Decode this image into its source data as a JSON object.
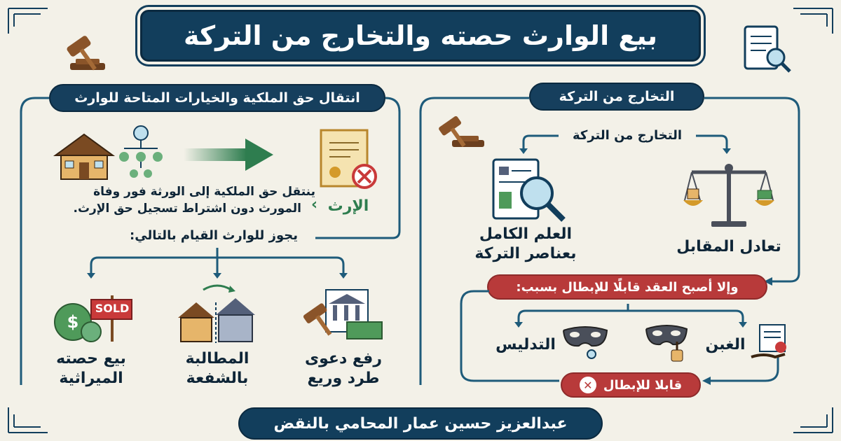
{
  "title": "بيع الوارث حصته والتخارج من التركة",
  "left_section": {
    "header": "انتقال حق الملكية والخيارات المتاحة للوارث",
    "transfer_text_1": "ينتقل حق الملكية إلى الورثة فور وفاة",
    "transfer_text_2": "المورث دون اشتراط تسجيل حق الإرث.",
    "inheritance_label": "الإرث",
    "options_intro": "يجوز للوارث القيام بالتالي:",
    "options": [
      {
        "line1": "بيع حصته",
        "line2": "الميراثية"
      },
      {
        "line1": "المطالبة",
        "line2": "بالشفعة"
      },
      {
        "line1": "رفع دعوى",
        "line2": "طرد وريع"
      }
    ],
    "sold_sign": "SOLD"
  },
  "right_section": {
    "header": "التخارج من التركة",
    "sub_header": "التخارج من التركة",
    "conditions": [
      {
        "line1": "العلم الكامل",
        "line2": "بعناصر التركة"
      },
      {
        "line1": "تعادل المقابل",
        "line2": ""
      }
    ],
    "void_header": "وإلا أصبح العقد قابلًا للإبطال بسبب:",
    "causes": [
      "التدليس",
      "الغبن"
    ],
    "result": "قابلا للإبطال"
  },
  "footer": "عبدالعزيز حسين عمار المحامي بالنقض",
  "colors": {
    "navy": "#123e5c",
    "teal": "#1e5b7a",
    "green": "#2e7d4f",
    "red": "#b83a3a",
    "background": "#f3f1e8"
  }
}
